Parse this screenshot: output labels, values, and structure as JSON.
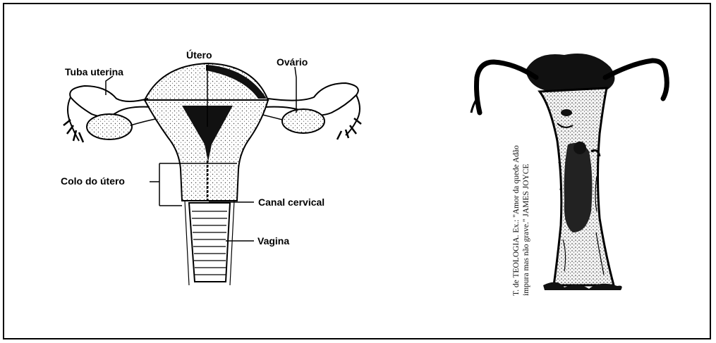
{
  "diagram": {
    "labels": {
      "utero": "Útero",
      "tuba": "Tuba uterina",
      "ovario": "Ovário",
      "colo": "Colo do útero",
      "canal": "Canal cervical",
      "vagina": "Vagina"
    }
  },
  "illustration": {
    "caption_line1": "T. de TEOLOGIA. Ex.: \"Amor da quede Adão",
    "caption_line2": "impura mas não grave.\" JAMES JOYCE"
  }
}
